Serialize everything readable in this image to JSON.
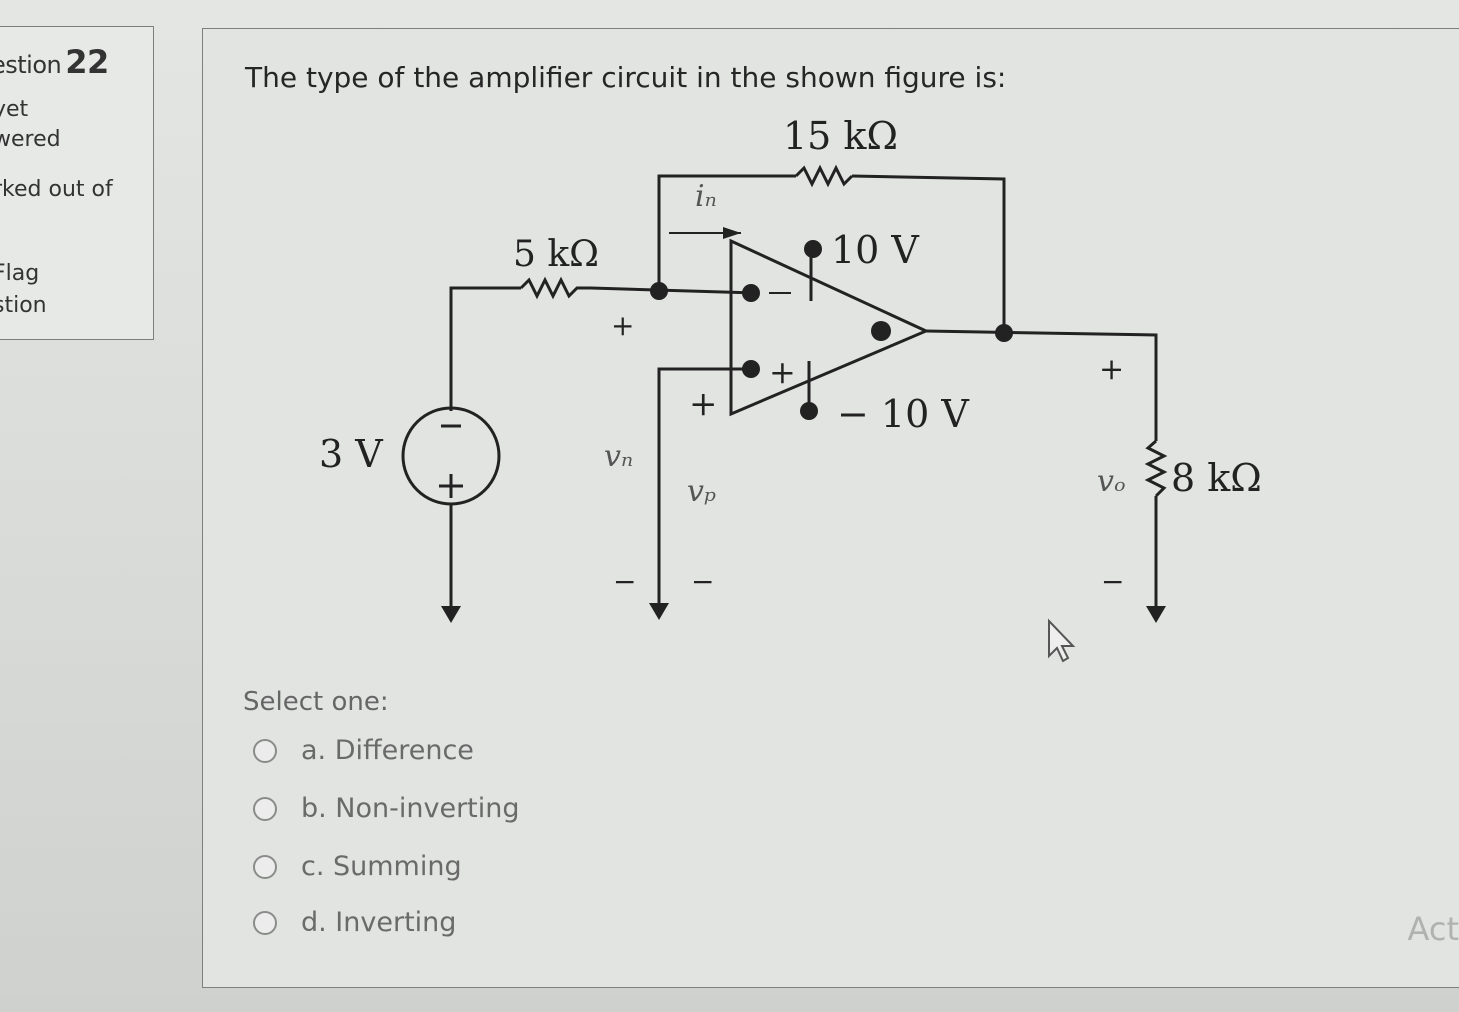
{
  "sidebar": {
    "question_prefix": "estion",
    "question_number": "22",
    "status_line1": "yet",
    "status_line2": "wered",
    "marked_line1": "rked out of",
    "marked_line2": ")",
    "flag_line1": "Flag",
    "flag_line2": "stion"
  },
  "question": {
    "text": "The type of the amplifier circuit in the shown figure is:"
  },
  "figure": {
    "r_feedback": "15 kΩ",
    "r_input": "5 kΩ",
    "r_load": "8 kΩ",
    "source": "3 V",
    "v_pos_supply": "10 V",
    "v_neg_supply": "− 10 V",
    "i_n": "iₙ",
    "v_n": "vₙ",
    "v_p": "vₚ",
    "v_o": "vₒ",
    "plus": "+",
    "minus": "−"
  },
  "answer": {
    "prompt": "Select one:",
    "options": [
      {
        "label": "a. Difference"
      },
      {
        "label": "b. Non-inverting"
      },
      {
        "label": "c. Summing"
      },
      {
        "label": "d. Inverting"
      }
    ]
  },
  "watermark": "Act"
}
